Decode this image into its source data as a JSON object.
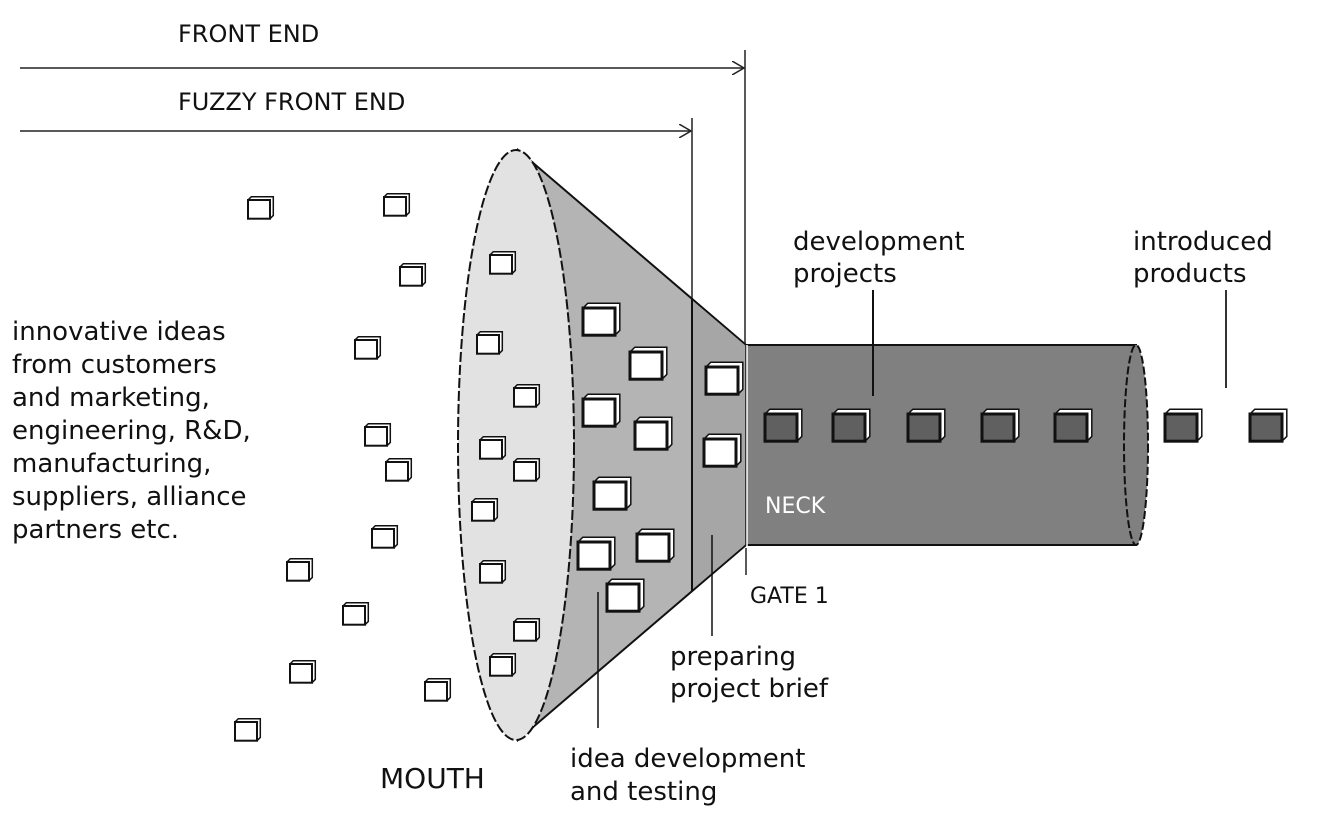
{
  "headers": {
    "front_end": "FRONT END",
    "fuzzy_front_end": "FUZZY FRONT END"
  },
  "sources_label": [
    "innovative ideas",
    "from customers",
    "and marketing,",
    "engineering, R&D,",
    "manufacturing,",
    "suppliers, alliance",
    "partners etc."
  ],
  "development_projects": [
    "development",
    "projects"
  ],
  "introduced_products": [
    "introduced",
    "products"
  ],
  "neck": "NECK",
  "gate": "GATE 1",
  "preparing": [
    "preparing",
    "project brief"
  ],
  "idea_development": [
    "idea development",
    "and testing"
  ],
  "mouth": "MOUTH",
  "colors": {
    "mouth": "#e2e2e2",
    "funnel": "#b4b4b4",
    "brief_section": "#a6a6a6",
    "neck": "#808080",
    "project_cube": "#606060"
  }
}
